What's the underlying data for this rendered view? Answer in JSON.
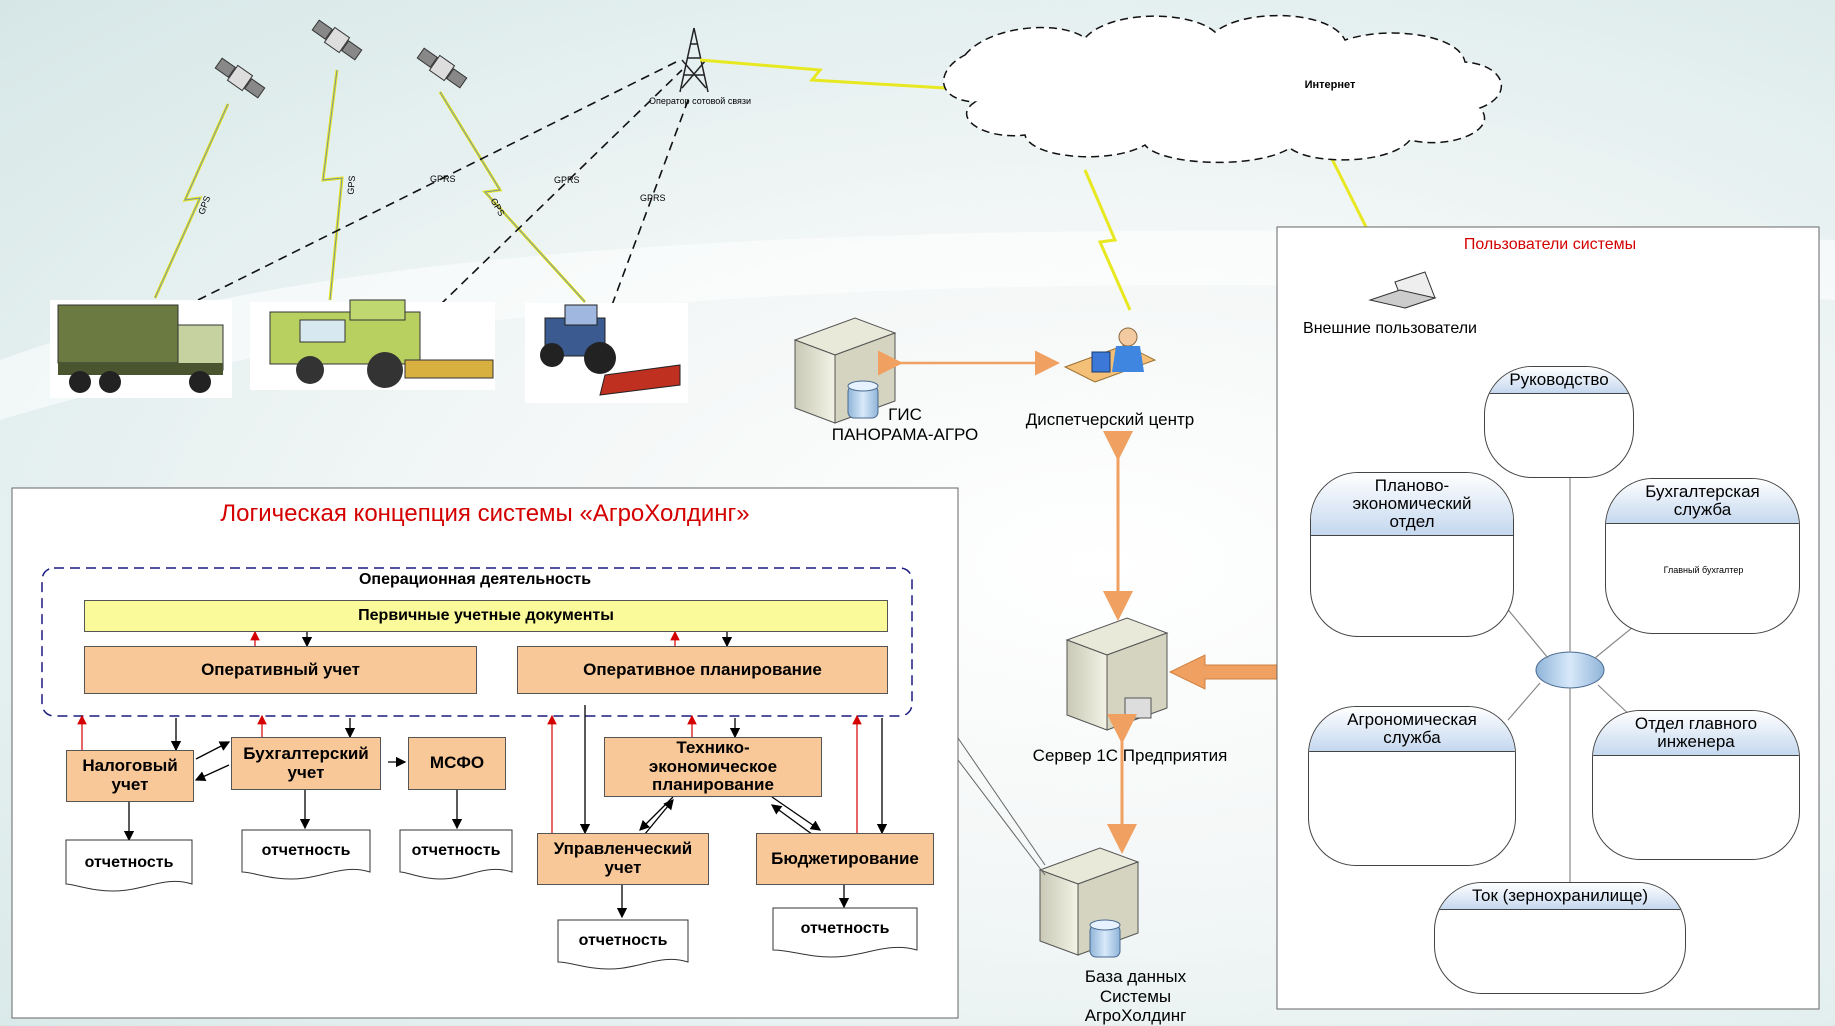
{
  "top": {
    "operator": "Оператор сотовой связи",
    "internet": "Интернет",
    "gps": "GPS",
    "gprs": "GPRS"
  },
  "center": {
    "gis": "ГИС\nПАНОРАМА-АГРО",
    "dispatch": "Диспетчерский центр",
    "server": "Сервер 1С Предприятия",
    "db": "База данных\nСистемы\nАгроХолдинг"
  },
  "users": {
    "title": "Пользователи системы",
    "external": "Внешние пользователи",
    "depts": {
      "management": "Руководство",
      "planning": "Планово-\nэкономический\nотдел",
      "accounting": "Бухгалтерская\nслужба",
      "chief_accountant": "Главный бухгалтер",
      "agronomy": "Агрономическая\nслужба",
      "chief_engineer": "Отдел главного\nинженера",
      "granary": "Ток (зернохранилище)"
    }
  },
  "concept": {
    "title": "Логическая концепция системы «АгроХолдинг»",
    "ops": "Операционная деятельность",
    "primary": "Первичные учетные документы",
    "operative_acc": "Оперативный учет",
    "operative_plan": "Оперативное планирование",
    "tax": "Налоговый\nучет",
    "bookkeeping": "Бухгалтерский\nучет",
    "ifrs": "МСФО",
    "tech_econ": "Технико-\nэкономическое\nпланирование",
    "managerial": "Управленческий\nучет",
    "budget": "Бюджетирование",
    "report": "отчетность"
  },
  "colors": {
    "accent_red": "#d40000",
    "box_fill": "#f9c898",
    "primary_fill": "#fafa9a",
    "arrow_orange": "#f0a060",
    "lightning": "#eaea20"
  }
}
